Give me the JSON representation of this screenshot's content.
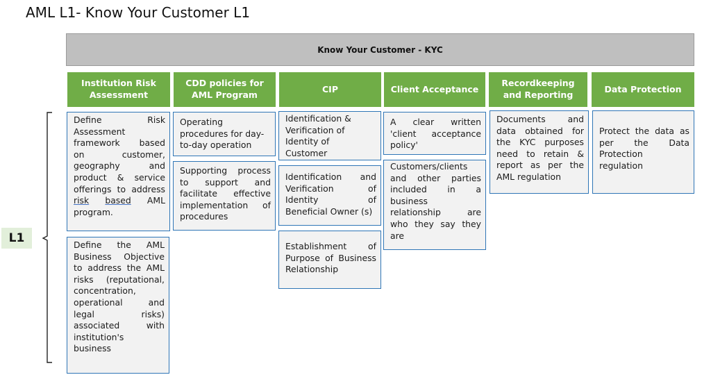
{
  "title": "AML L1- Know Your Customer L1",
  "banner": "Know Your Customer - KYC",
  "level_label": "L1",
  "colors": {
    "header_green": "#70ad47",
    "banner_grey": "#bfbfbf",
    "box_border": "#2e75b6",
    "box_fill": "#f2f2f2",
    "label_fill": "#e2efda"
  },
  "columns": [
    {
      "header": "Institution Risk Assessment"
    },
    {
      "header": "CDD policies for AML Program"
    },
    {
      "header": "CIP"
    },
    {
      "header": "Client Acceptance"
    },
    {
      "header": "Recordkeeping and Reporting"
    },
    {
      "header": "Data Protection"
    }
  ],
  "boxes": {
    "c1a": [
      "Define Risk",
      "Assessment",
      "framework based",
      "on customer,",
      "geography and",
      "product & service",
      "offerings to address",
      "risk based AML",
      "program."
    ],
    "c1b": [
      "Define the AML",
      "Business Objective",
      "to address the AML",
      "risks (reputational,",
      "concentration,",
      "operational and",
      "legal risks)",
      "associated with",
      "institution's",
      "business"
    ],
    "c2a": [
      "Operating",
      "procedures for day-",
      "to-day operation"
    ],
    "c2b": [
      "Supporting process",
      "to support and",
      "facilitate effective",
      "implementation of",
      "procedures"
    ],
    "c3a": [
      "Identification &",
      "Verification of",
      "Identity of",
      "Customer"
    ],
    "c3b": [
      "Identification and",
      "Verification of",
      "Identity of",
      "Beneficial Owner (s)"
    ],
    "c3c": [
      "Establishment of",
      "Purpose of Business",
      "Relationship"
    ],
    "c4a": [
      "A clear written",
      "'client acceptance",
      "policy'"
    ],
    "c4b": [
      "Customers/clients",
      "and other parties",
      "included in a",
      "business",
      "relationship are",
      "who they say they",
      "are"
    ],
    "c5a": [
      "Documents and",
      "data obtained for",
      "the KYC purposes",
      "need to retain &",
      "report as per the",
      "AML regulation"
    ],
    "c6a": [
      "Protect the data as",
      "per the Data",
      "Protection",
      "regulation"
    ]
  }
}
